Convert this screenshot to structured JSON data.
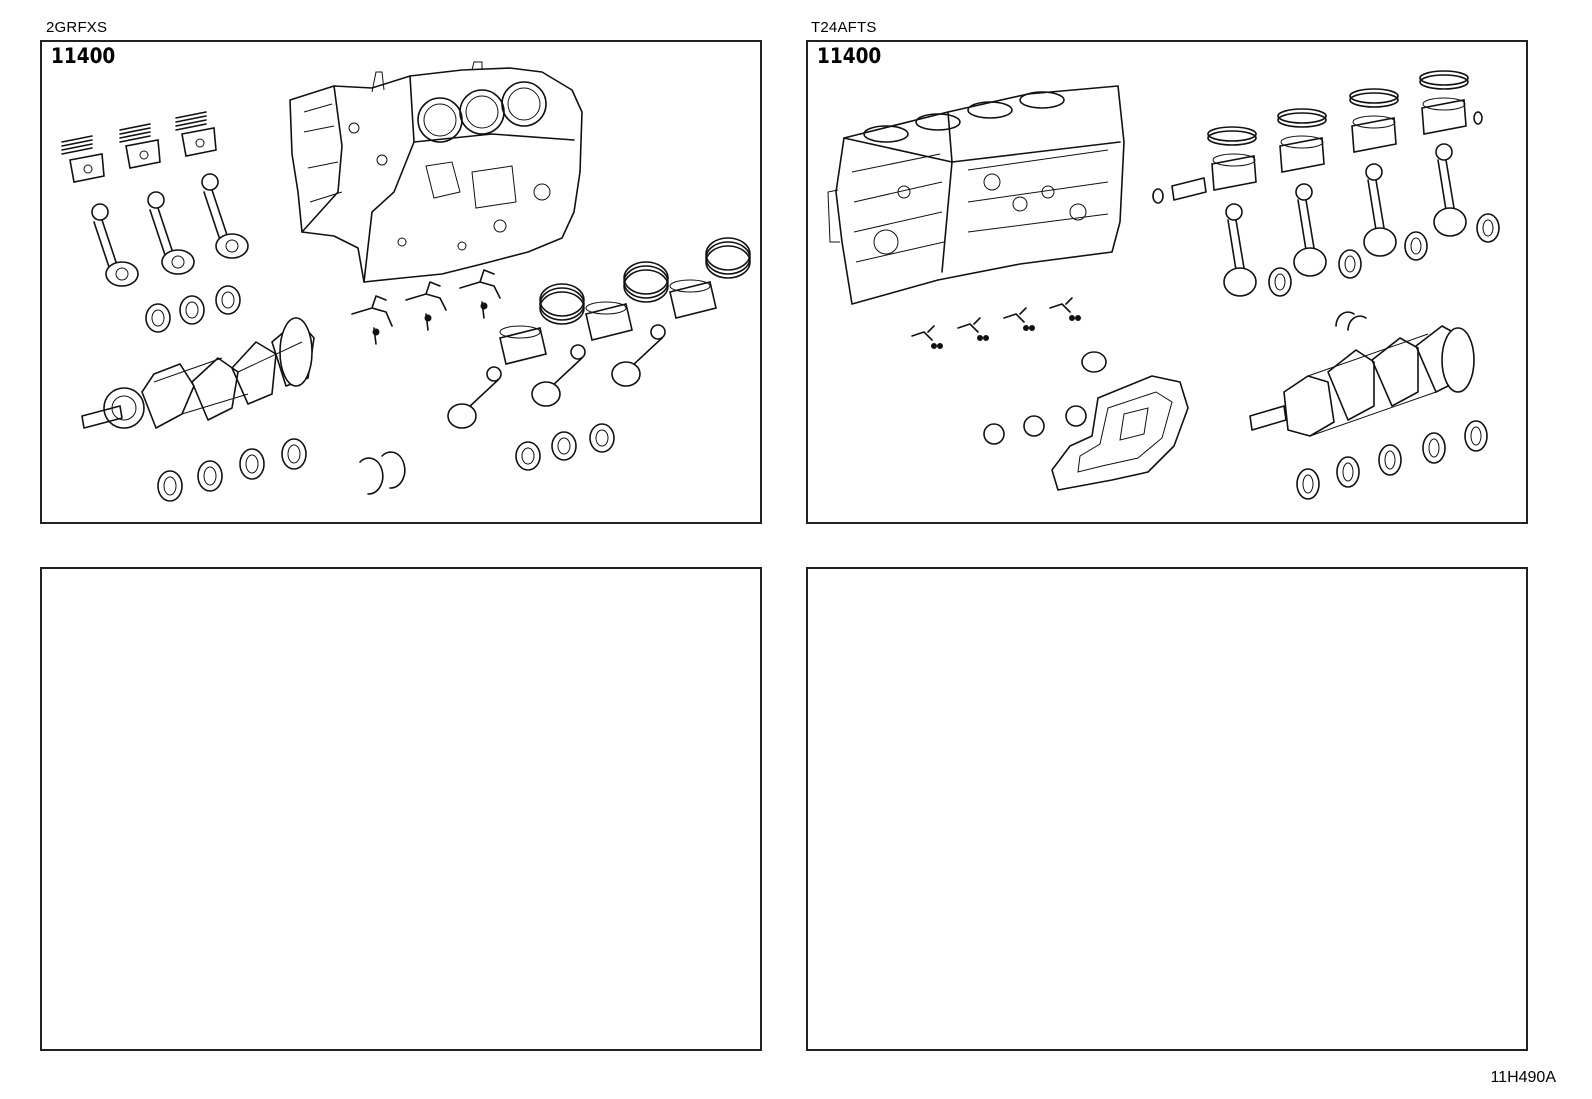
{
  "panels": [
    {
      "caption": "2GRFXS",
      "ref": "11400"
    },
    {
      "caption": "T24AFTS",
      "ref": "11400"
    },
    {
      "caption": "",
      "ref": ""
    },
    {
      "caption": "",
      "ref": ""
    }
  ],
  "footer": {
    "illustration_id": "11H490A"
  },
  "icons": {
    "panel1": [
      "v6-cylinder-block-icon",
      "piston-ring-set-icon",
      "piston-icon",
      "connecting-rod-icon",
      "bearing-shell-icon",
      "crankshaft-icon",
      "oil-jet-icon",
      "thrust-washer-icon"
    ],
    "panel2": [
      "inline4-cylinder-block-icon",
      "piston-ring-set-icon",
      "piston-icon",
      "piston-pin-icon",
      "connecting-rod-icon",
      "bearing-shell-icon",
      "crankshaft-icon",
      "oil-jet-icon",
      "seal-ring-icon",
      "oil-pan-icon",
      "thrust-washer-icon"
    ]
  }
}
